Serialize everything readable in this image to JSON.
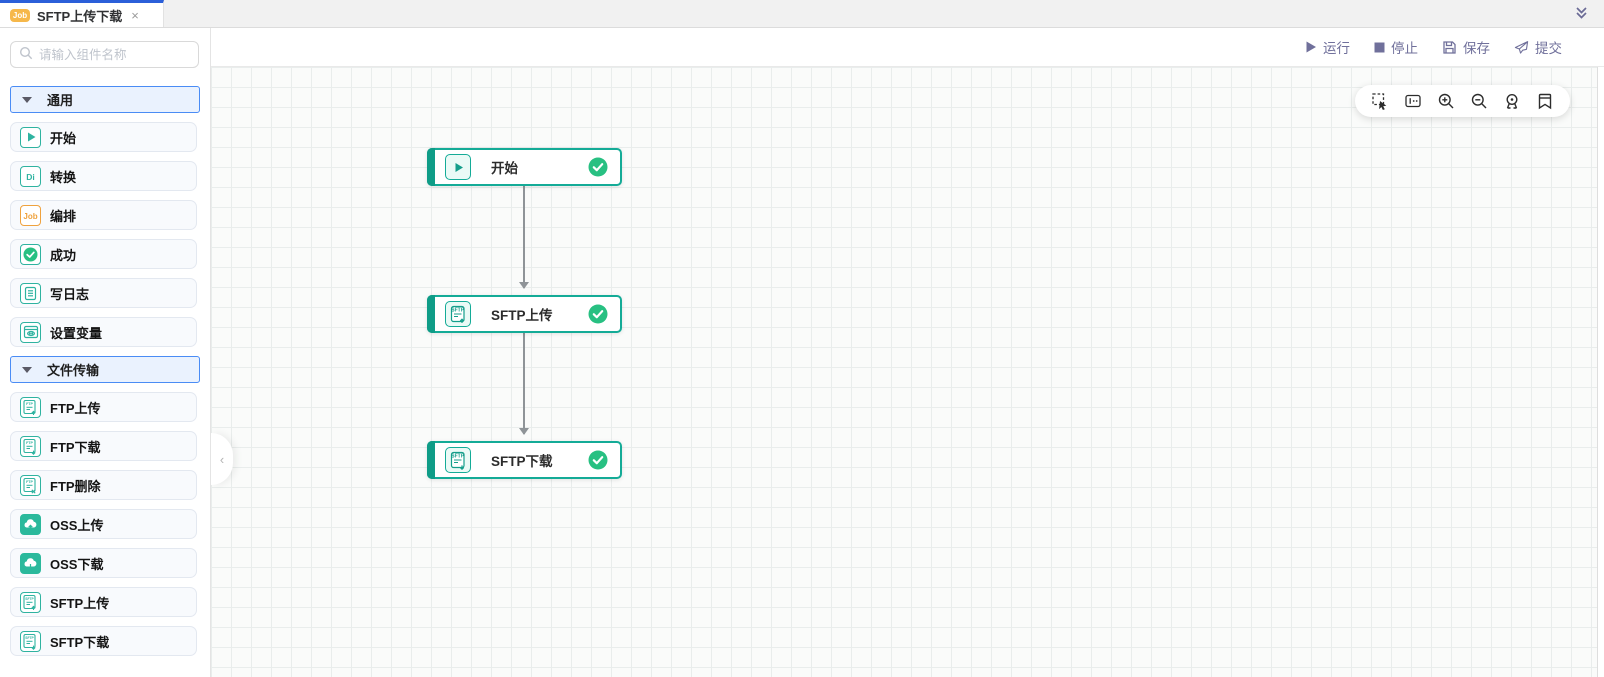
{
  "tab_bar": {
    "active_tab": {
      "badge_text": "Job",
      "label": "SFTP上传下载",
      "close_glyph": "×"
    }
  },
  "toolbar": {
    "run_label": "运行",
    "stop_label": "停止",
    "save_label": "保存",
    "submit_label": "提交"
  },
  "sidebar": {
    "search_placeholder": "请输入组件名称",
    "sections": [
      {
        "label": "通用",
        "items": [
          {
            "label": "开始",
            "icon": "play"
          },
          {
            "label": "转换",
            "icon": "di",
            "icon_text": "Di"
          },
          {
            "label": "编排",
            "icon": "job",
            "icon_text": "Job"
          },
          {
            "label": "成功",
            "icon": "success"
          },
          {
            "label": "写日志",
            "icon": "log"
          },
          {
            "label": "设置变量",
            "icon": "variable"
          }
        ]
      },
      {
        "label": "文件传输",
        "items": [
          {
            "label": "FTP上传",
            "icon": "ftp-upload",
            "icon_text": "FTP"
          },
          {
            "label": "FTP下载",
            "icon": "ftp-download",
            "icon_text": "FTP"
          },
          {
            "label": "FTP删除",
            "icon": "ftp-delete",
            "icon_text": "FTP"
          },
          {
            "label": "OSS上传",
            "icon": "oss-upload"
          },
          {
            "label": "OSS下载",
            "icon": "oss-download"
          },
          {
            "label": "SFTP上传",
            "icon": "sftp-upload",
            "icon_text": "SFTP"
          },
          {
            "label": "SFTP下载",
            "icon": "sftp-download",
            "icon_text": "SFTP"
          }
        ]
      }
    ]
  },
  "canvas": {
    "nodes": [
      {
        "label": "开始",
        "icon": "play",
        "status": "success"
      },
      {
        "label": "SFTP上传",
        "icon": "sftp-upload",
        "icon_text": "SFTP",
        "status": "success"
      },
      {
        "label": "SFTP下载",
        "icon": "sftp-download",
        "icon_text": "SFTP",
        "status": "success"
      }
    ],
    "toolbar_icons": [
      "select",
      "minimap",
      "zoom-in",
      "zoom-out",
      "locate",
      "bookmark"
    ]
  },
  "colors": {
    "accent_teal": "#14ab97",
    "accent_teal_dark": "#0f9c87",
    "success_green": "#28c082",
    "section_header_bg": "#eaf2fe",
    "section_header_border": "#4a8cf5",
    "tab_active_blue": "#2b5fd9",
    "action_purple": "#70709b",
    "job_orange": "#efa23e"
  }
}
